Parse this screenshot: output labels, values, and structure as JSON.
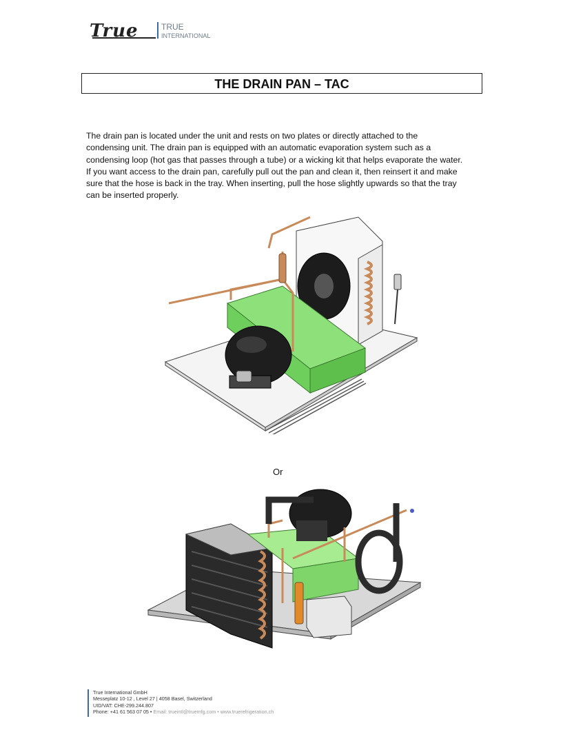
{
  "header": {
    "logo_wordmark": "True",
    "logo_line1": "TRUE",
    "logo_line2": "INTERNATIONAL"
  },
  "title": "THE DRAIN PAN – TAC",
  "body": {
    "lines": [
      "The drain pan is located under the unit and rests on two plates or directly attached to the",
      "condensing unit. The drain pan is equipped with an automatic evaporation system such as a",
      "condensing loop (hot gas that passes through a tube) or a wicking kit that helps evaporate the water.",
      "If you want access to the drain pan, carefully pull out the pan and clean it, then reinsert it and make",
      "sure that the hose is back in the tray. When inserting, pull the hose slightly upwards so that the tray",
      "can be inserted properly."
    ]
  },
  "separator": "Or",
  "colors": {
    "drain_pan_green": "#8ee07a",
    "copper": "#c98a5a",
    "compressor_black": "#1e1e1e",
    "brand_blue": "#3b6aa8"
  },
  "footer": {
    "company": "True International GmbH",
    "address": "Messeplatz 10-12 , Level 27 | 4058 Basel, Switzerland",
    "vat": "UID/VAT: CHE-299.244.807",
    "phone": "Phone: +41 61 563 07 05 •",
    "contact": " Email: trueintl@truemfg.com • www.truerefrigeration.ch"
  }
}
